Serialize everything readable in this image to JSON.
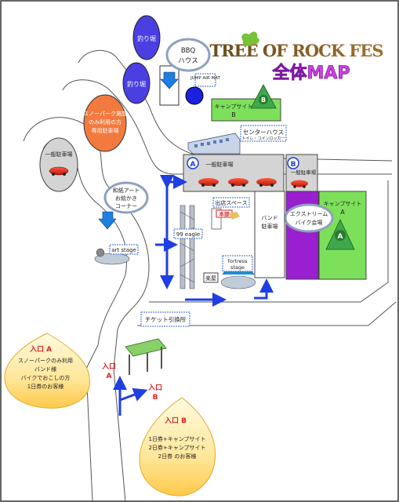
{
  "title": {
    "logo": "TREE OF ROCK FES",
    "subtitle": "全体MAP"
  },
  "colors": {
    "pond": "#3a2fd8",
    "snowpark": "#f07a3a",
    "campsite_green": "#7de05a",
    "extreme_purple": "#9a1fd0",
    "road_blue": "#1f3fe0",
    "parking_gray": "#d4d4d4",
    "badge_blue": "#1e40d0"
  },
  "labels": {
    "fishing_pond_1": "釣り堀",
    "fishing_pond_2": "釣り堀",
    "bbq_line1": "BBQ",
    "bbq_line2": "ハウス",
    "jump_air_mat": "JUMP AIR MAT",
    "snowpark_line1": "スノーパーク施設",
    "snowpark_line2": "のみ利用の方",
    "snowpark_line3": "専用駐車場",
    "campsite_b_line1": "キャンプサイト",
    "campsite_b_line2": "B",
    "center_house": "センターハウス",
    "center_house_sub": "トイレ・コインロッカー",
    "general_parking_left": "一般駐車場",
    "general_parking_a": "一般駐車場",
    "general_parking_b": "一般駐車場",
    "badge_a": "A",
    "badge_b": "B",
    "paper_art_line1": "和紙アート",
    "paper_art_line2": "お絵かき",
    "paper_art_line3": "コーナー",
    "art_stage": "art stage",
    "shop_space": "出店スペース",
    "honbu": "本部",
    "band_parking_line1": "バンド",
    "band_parking_line2": "駐車場",
    "extreme_line1": "エクストリーム",
    "extreme_line2": "バイク会場",
    "campsite_a_line1": "キャンプサイト",
    "campsite_a_line2": "A",
    "tent_a": "A",
    "tent_b": "B",
    "eagle_99": "99 eagle",
    "fortress_line1": "fortress",
    "fortress_line2": "stage",
    "gakuya": "楽屋",
    "ticket": "チケット引換所",
    "entrance_a_line1": "入口",
    "entrance_a_line2": "A",
    "entrance_b_line1": "入口",
    "entrance_b_line2": "B"
  },
  "callouts": {
    "entrance_a": {
      "title": "入口 A",
      "lines": [
        "スノーパークのみ利用",
        "バンド様",
        "バイクでおこしの方",
        "1日券のお客様"
      ]
    },
    "entrance_b": {
      "title": "入口 B",
      "lines": [
        "1日券+キャンプサイト",
        "2日券+キャンプサイト",
        "2日券 のお客様"
      ]
    }
  }
}
